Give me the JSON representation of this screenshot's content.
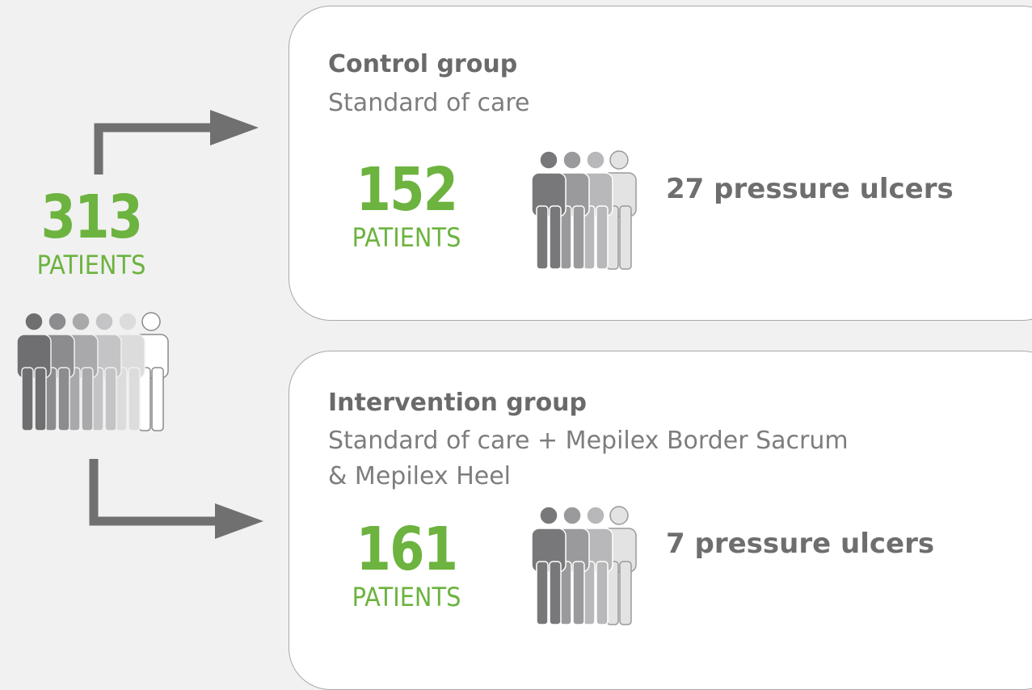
{
  "total": {
    "count": "313",
    "unit": "PATIENTS"
  },
  "control": {
    "title": "Control group",
    "subtitle": "Standard of care",
    "count": "152",
    "unit": "PATIENTS",
    "outcome": "27 pressure ulcers"
  },
  "intervention": {
    "title": "Intervention group",
    "subtitle_line1": "Standard of care + Mepilex Border Sacrum",
    "subtitle_line2": "& Mepilex Heel",
    "count": "161",
    "unit": "PATIENTS",
    "outcome": "7 pressure ulcers"
  },
  "colors": {
    "accent_green": "#6cb33f",
    "arrow_gray": "#707070"
  }
}
